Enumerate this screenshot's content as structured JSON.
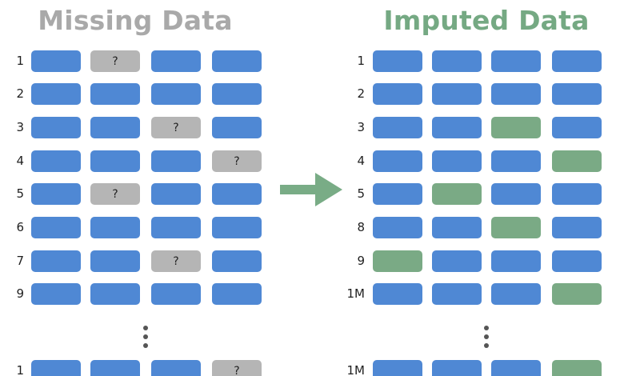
{
  "colors": {
    "present": "#4f88d4",
    "missing": "#b5b5b5",
    "imputed": "#7aaa85",
    "missing_title": "#a9a9a9",
    "imputed_title": "#75a983",
    "arrow": "#79ac86"
  },
  "missing_panel": {
    "title": "Missing Data",
    "rows": [
      {
        "label": "1",
        "cells": [
          "present",
          "missing",
          "present",
          "present"
        ]
      },
      {
        "label": "2",
        "cells": [
          "present",
          "present",
          "present",
          "present"
        ]
      },
      {
        "label": "3",
        "cells": [
          "present",
          "present",
          "missing",
          "present"
        ]
      },
      {
        "label": "4",
        "cells": [
          "present",
          "present",
          "present",
          "missing"
        ]
      },
      {
        "label": "5",
        "cells": [
          "present",
          "missing",
          "present",
          "present"
        ]
      },
      {
        "label": "6",
        "cells": [
          "present",
          "present",
          "present",
          "present"
        ]
      },
      {
        "label": "7",
        "cells": [
          "present",
          "present",
          "missing",
          "present"
        ]
      },
      {
        "label": "9",
        "cells": [
          "present",
          "present",
          "present",
          "present"
        ]
      }
    ],
    "last_row": {
      "label": "1",
      "cells": [
        "present",
        "present",
        "present",
        "missing"
      ]
    },
    "missing_marker": "?"
  },
  "imputed_panel": {
    "title": "Imputed Data",
    "rows": [
      {
        "label": "1",
        "cells": [
          "present",
          "present",
          "present",
          "present"
        ]
      },
      {
        "label": "2",
        "cells": [
          "present",
          "present",
          "present",
          "present"
        ]
      },
      {
        "label": "3",
        "cells": [
          "present",
          "present",
          "imputed",
          "present"
        ]
      },
      {
        "label": "4",
        "cells": [
          "present",
          "present",
          "present",
          "imputed"
        ]
      },
      {
        "label": "5",
        "cells": [
          "present",
          "imputed",
          "present",
          "present"
        ]
      },
      {
        "label": "8",
        "cells": [
          "present",
          "present",
          "imputed",
          "present"
        ]
      },
      {
        "label": "9",
        "cells": [
          "imputed",
          "present",
          "present",
          "present"
        ]
      },
      {
        "label": "1M",
        "cells": [
          "present",
          "present",
          "present",
          "imputed"
        ]
      }
    ],
    "last_row": {
      "label": "1M",
      "cells": [
        "present",
        "present",
        "present",
        "imputed"
      ]
    }
  }
}
